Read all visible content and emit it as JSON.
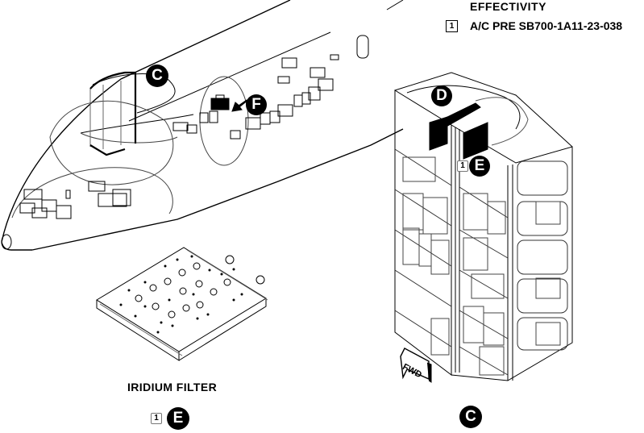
{
  "effectivity": {
    "title": "EFFECTIVITY",
    "note_number": "1",
    "text": "A/C PRE SB700-1A11-23-038"
  },
  "callouts": {
    "nose_view": "C",
    "f_locator": "F",
    "rack_d": "D",
    "rack_e": "E",
    "rack_e_note": "1",
    "rack_view": "C",
    "filter_e": "E",
    "filter_e_note": "1"
  },
  "labels": {
    "iridium_filter": "IRIDIUM FILTER",
    "fwd_arrow": "FWD"
  }
}
